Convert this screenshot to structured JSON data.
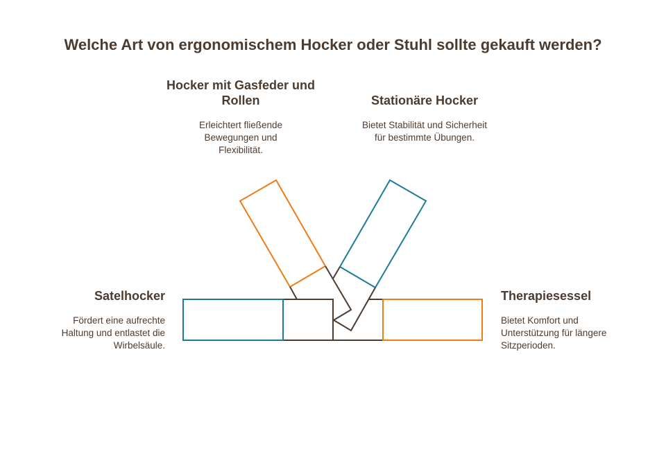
{
  "title": "Welche Art von ergonomischem Hocker oder Stuhl sollte gekauft werden?",
  "options": [
    {
      "heading": "Hocker mit Gasfeder und Rollen",
      "description": "Erleichtert fließende Bewegungen und Flexibilität."
    },
    {
      "heading": "Stationäre Hocker",
      "description": "Bietet Stabilität und Sicherheit für bestimmte Übungen."
    },
    {
      "heading": "Satelhocker",
      "description": "Fördert eine aufrechte Haltung und entlastet die Wirbelsäule."
    },
    {
      "heading": "Therapiesessel",
      "description": "Bietet Komfort und Unterstützung für längere Sitzperioden."
    }
  ],
  "colors": {
    "orange": "#f07b12",
    "blue": "#1f7a99",
    "brown": "#4d3b2e"
  }
}
